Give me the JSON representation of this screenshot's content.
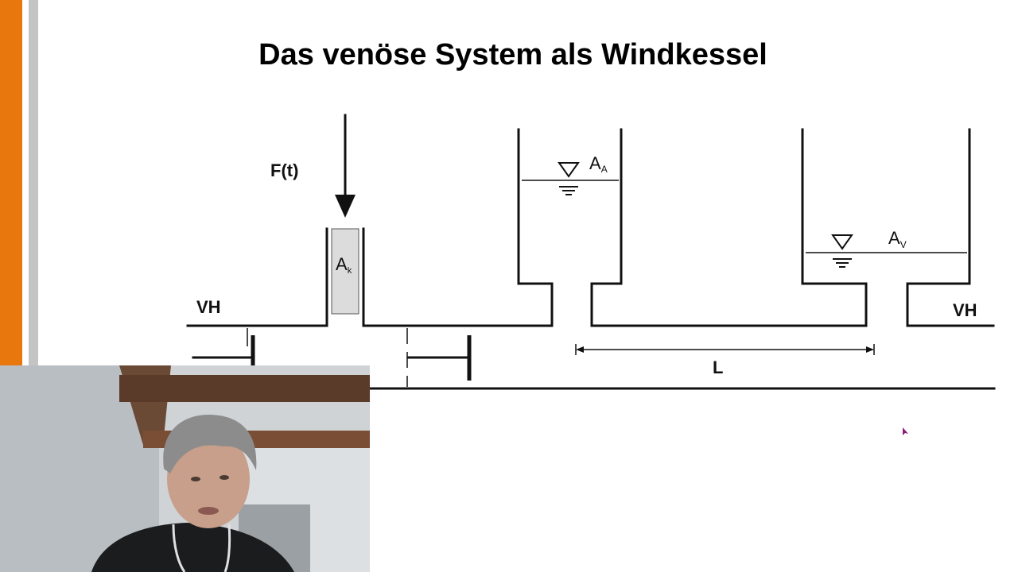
{
  "colors": {
    "accent_orange": "#e8780e",
    "stripe_gray": "#c4c4c4",
    "line": "#111111",
    "piston_fill": "#dcdcdc"
  },
  "slide": {
    "title": "Das venöse System als Windkessel"
  },
  "diagram": {
    "force_label": "F(t)",
    "piston_label_main": "A",
    "piston_label_sub": "k",
    "left_vessel_label": "VH",
    "right_vessel_label": "VH",
    "reservoir_a_main": "A",
    "reservoir_a_sub": "A",
    "reservoir_v_main": "A",
    "reservoir_v_sub": "V",
    "length_label": "L"
  },
  "webcam": {
    "subject": "presenter"
  },
  "cursor": {
    "icon": "mouse-pointer-icon"
  }
}
